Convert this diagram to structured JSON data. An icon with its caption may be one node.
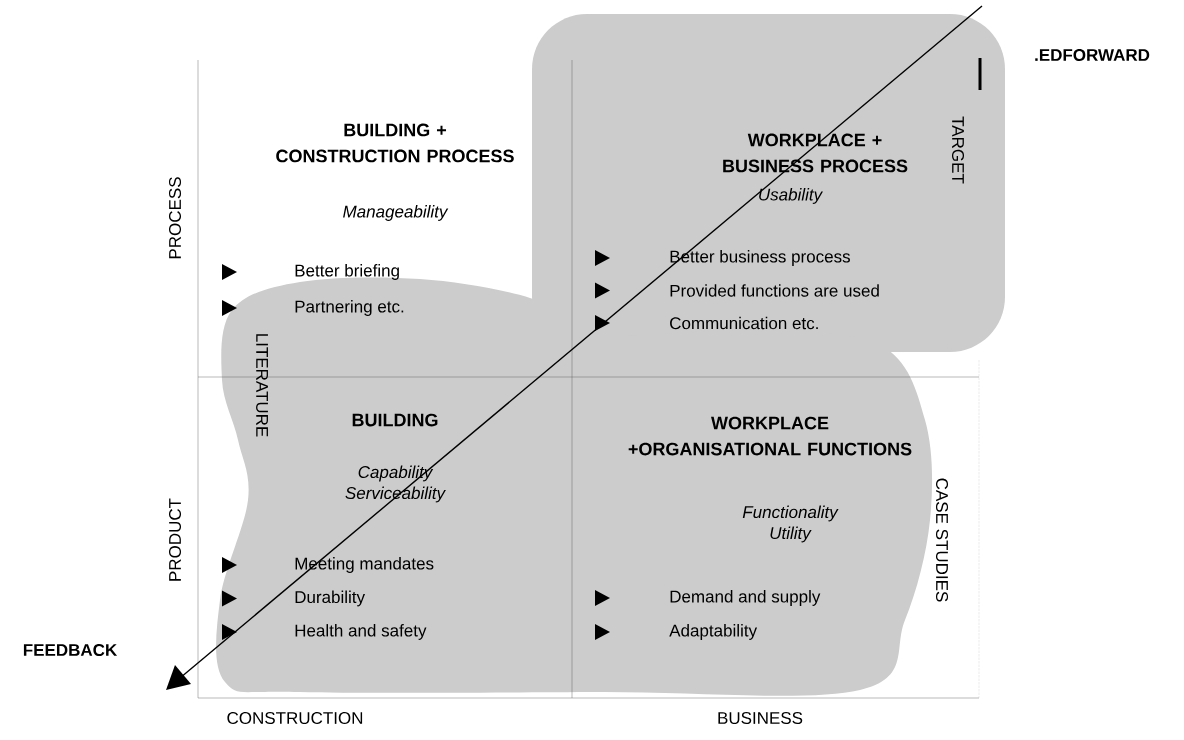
{
  "diagram": {
    "nodes": [
      {
        "text": [
          "BUILDING + CONSTRUCTION PROCESS",
          "Manageability",
          "Better briefing",
          "Partnering etc."
        ]
      },
      {
        "text": [
          "WORKPLACE + BUSINESS PROCESS",
          "Usability",
          "Better business process",
          "Provided functions are used",
          "Communication etc."
        ]
      },
      {
        "text": [
          "BUILDING",
          "Capability Serviceability",
          "Meeting mandates",
          "Durability",
          "Health and safety"
        ]
      },
      {
        "text": [
          "WORKPLACE +ORGANISATIONAL FUNCTIONS",
          "Functionality Utility",
          "Demand and supply",
          "Adaptability"
        ]
      }
    ],
    "labels": [
      "PROCESS",
      "PRODUCT",
      ".EDFORWARD",
      "TARGET",
      "LITERATURE",
      "CASE STUDIES",
      "FEEDBACK",
      "CONSTRUCTION",
      "BUSINESS"
    ]
  }
}
